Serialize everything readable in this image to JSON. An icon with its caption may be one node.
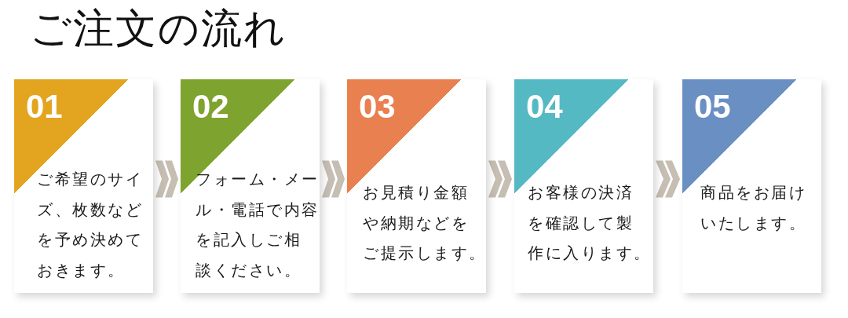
{
  "diagram": {
    "title": "ご注文の流れ",
    "nodes": [
      {
        "text": [
          "01",
          "ご希望のサイズ、枚数などを予め決めておきます。"
        ]
      },
      {
        "text": [
          "02",
          "フォーム・メール・電話で内容を記入しご相談ください。"
        ]
      },
      {
        "text": [
          "03",
          "お見積り金額や納期などをご提示します。"
        ]
      },
      {
        "text": [
          "04",
          "お客様の決済を確認して製作に入ります。"
        ]
      },
      {
        "text": [
          "05",
          "商品をお届けいたします。"
        ]
      }
    ],
    "edges": [
      {
        "from": 0,
        "to": 1,
        "arrow": "to"
      },
      {
        "from": 1,
        "to": 2,
        "arrow": "to"
      },
      {
        "from": 2,
        "to": 3,
        "arrow": "to"
      },
      {
        "from": 3,
        "to": 4,
        "arrow": "to"
      }
    ]
  }
}
